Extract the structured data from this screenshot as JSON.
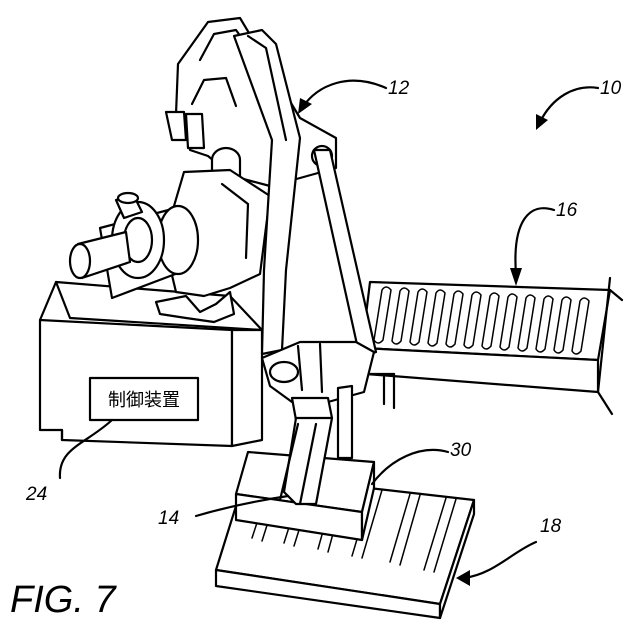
{
  "figure": {
    "caption": "FIG. 7",
    "controller_label": "制御装置"
  },
  "references": {
    "system": "10",
    "robot": "12",
    "hand": "14",
    "conveyor": "16",
    "table": "18",
    "controller": "24",
    "workpiece": "30"
  }
}
